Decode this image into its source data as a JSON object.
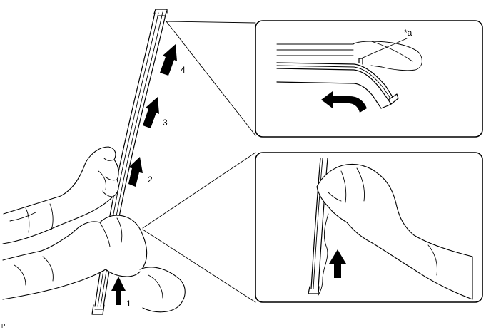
{
  "labels": {
    "step_1": "1",
    "step_2": "2",
    "step_3": "3",
    "step_4": "4",
    "callout_tag": "*a",
    "corner_mark": "P"
  },
  "icons": {
    "step_arrows": "down-left-arrow",
    "detail_arrow": "u-turn-arrow"
  },
  "colors": {
    "ink": "#000000",
    "paper": "#ffffff"
  }
}
